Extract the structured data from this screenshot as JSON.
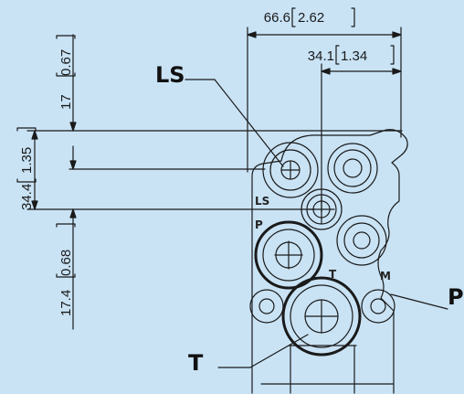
{
  "dimensions": {
    "total_width": {
      "mm": "66.6",
      "inch": "2.62"
    },
    "offset_width": {
      "mm": "34.1",
      "inch": "1.34"
    },
    "top_height": {
      "mm": "17",
      "inch": "0.67"
    },
    "mid_height": {
      "mm": "34.4",
      "inch": "1.35"
    },
    "bottom_height": {
      "mm": "17.4",
      "inch": "0.68"
    }
  },
  "callouts": {
    "ls": "LS",
    "t": "T",
    "p": "P"
  },
  "port_marks": {
    "ls": "LS",
    "p": "P",
    "t": "T",
    "m": "M"
  },
  "colors": {
    "background": "#c9e3f5",
    "line": "#1a1a1a"
  }
}
